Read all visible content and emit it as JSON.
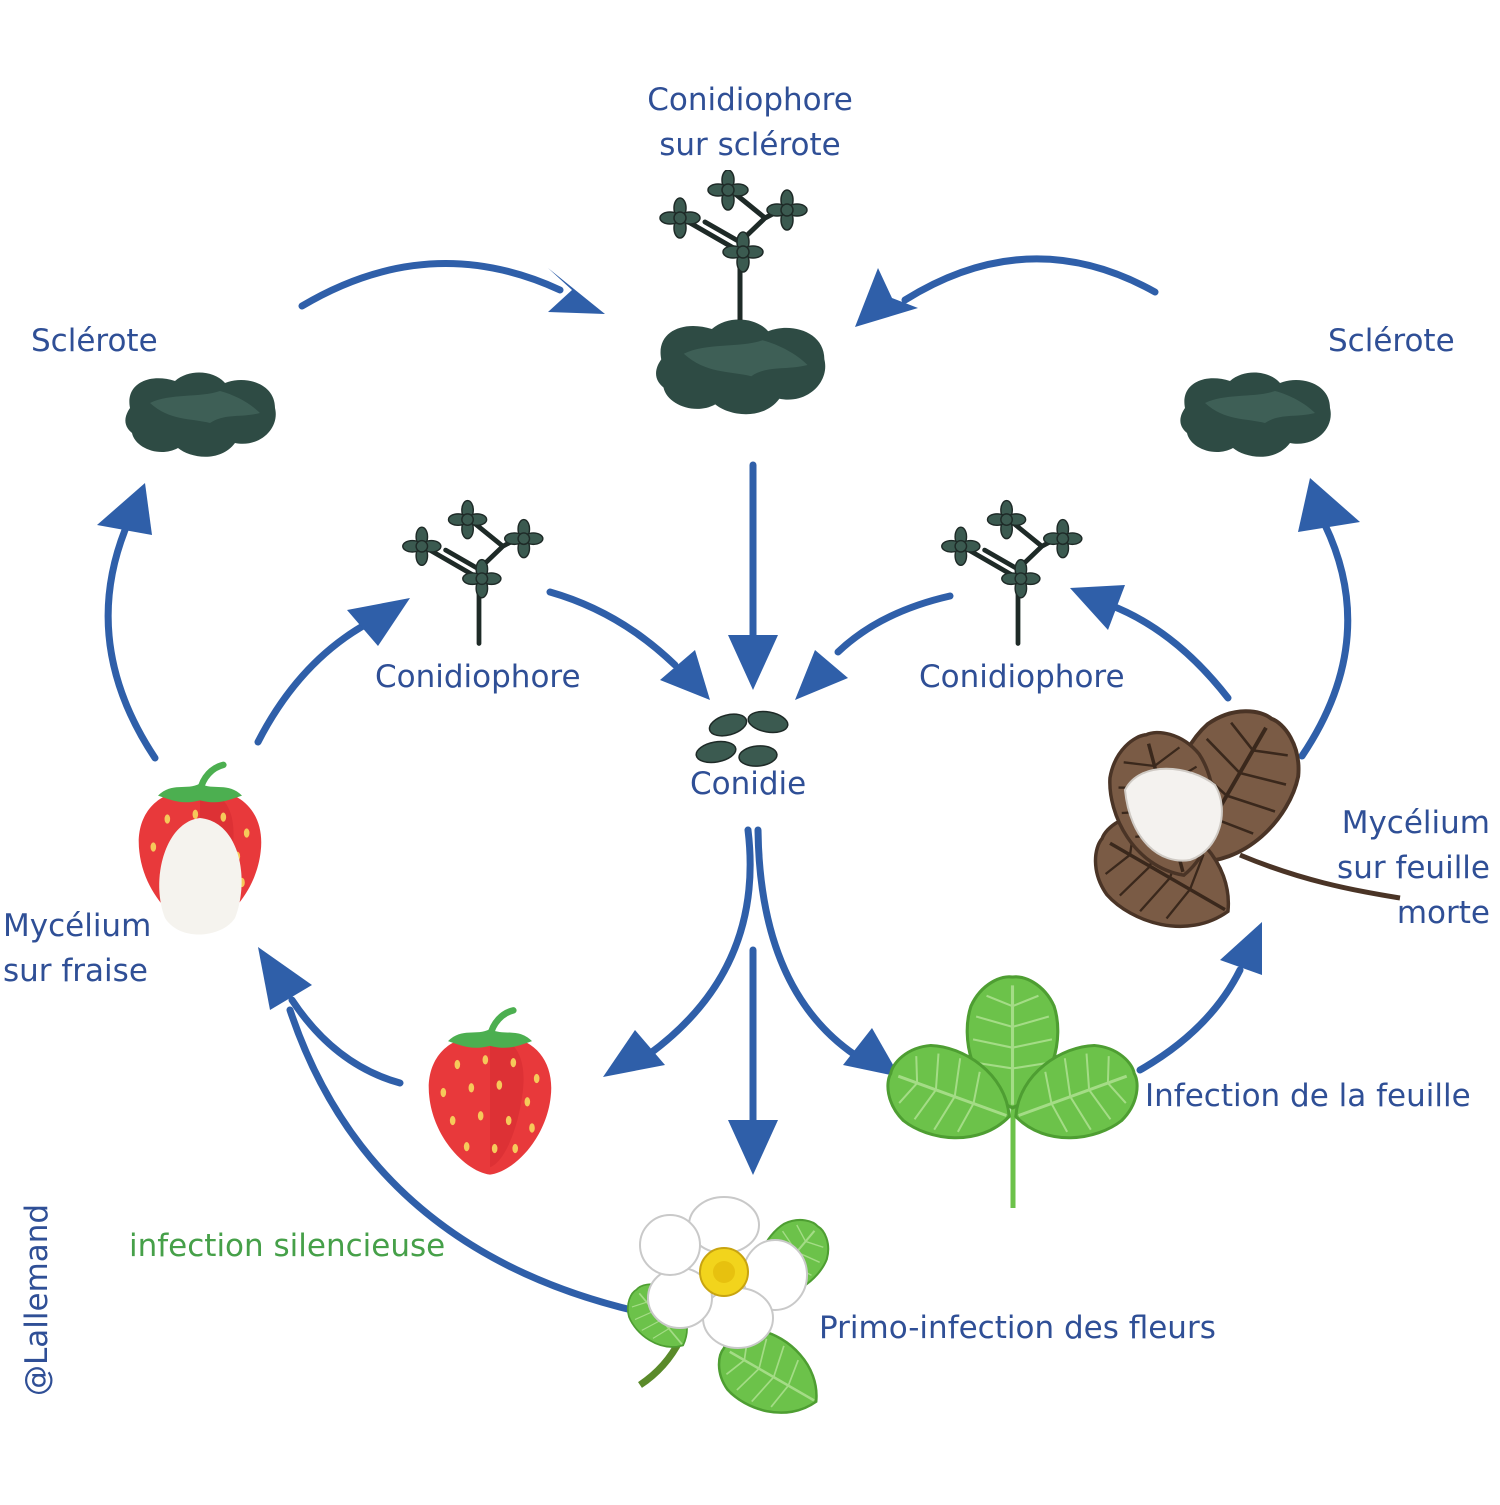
{
  "labels": {
    "conidiophore_top": "Conidiophore",
    "conidiophore_top_2": "sur sclérote",
    "sclerote_left": "Sclérote",
    "sclerote_right": "Sclérote",
    "conidiophore_left": "Conidiophore",
    "conidiophore_right": "Conidiophore",
    "conidie": "Conidie",
    "mycelium_fraise_1": "Mycélium",
    "mycelium_fraise_2": "sur fraise",
    "mycelium_feuille_1": "Mycélium",
    "mycelium_feuille_2": "sur feuille",
    "mycelium_feuille_3": "morte",
    "infection_feuille": "Infection de la feuille",
    "infection_silencieuse": "infection silencieuse",
    "primo_infection": "Primo-infection des fleurs",
    "credit": "@Lallemand"
  },
  "colors": {
    "arrow": "#2f5fa9",
    "label": "#2f4f96",
    "label_green": "#46a049",
    "sclerote": "#2e4b44",
    "conidia": "#3b5a50",
    "strawberry_red": "#e8393b",
    "leaf_green": "#6cc24a",
    "dead_leaf": "#7a5b45"
  },
  "icons": {
    "sclerote": "sclerote-icon",
    "conidiophore": "conidiophore-icon",
    "conidia": "conidia-icon",
    "strawberry": "strawberry-icon",
    "leaf": "leaf-icon",
    "flower": "flower-icon",
    "dead_leaf": "dead-leaf-icon"
  }
}
